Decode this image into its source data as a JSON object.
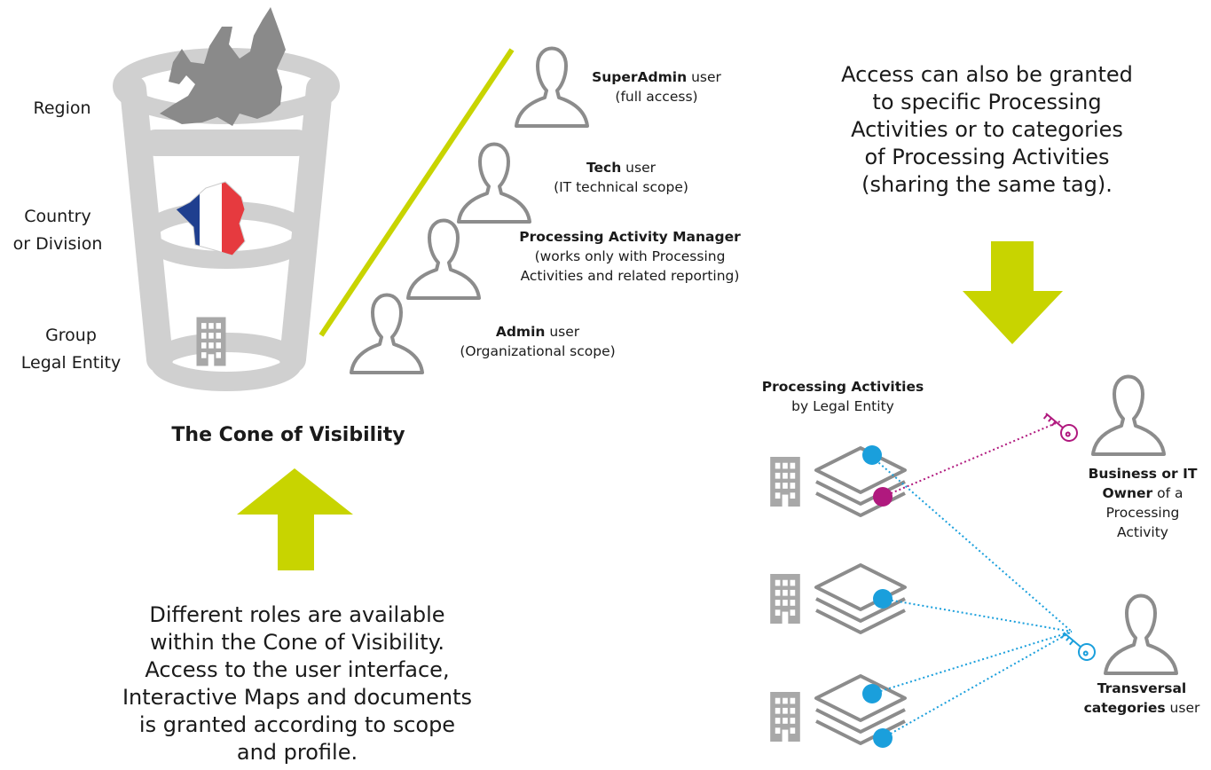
{
  "cone": {
    "levels": [
      "Region",
      "Country",
      "or Division",
      "Group",
      "Legal Entity"
    ],
    "title": "The Cone of Visibility"
  },
  "roles": [
    {
      "name": "SuperAdmin",
      "suffix": " user",
      "desc": "(full access)"
    },
    {
      "name": "Tech",
      "suffix": " user",
      "desc": "(IT technical scope)"
    },
    {
      "name": "Processing Activity Manager",
      "desc1": "(works only with Processing",
      "desc2": "Activities and related reporting)"
    },
    {
      "name": "Admin",
      "suffix": " user",
      "desc": "(Organizational scope)"
    }
  ],
  "left_text": {
    "lines": [
      "Different roles are available",
      "within the Cone of Visibility.",
      "Access to the user interface,",
      "Interactive Maps and documents",
      "is granted according to scope",
      "and profile."
    ]
  },
  "right_text": {
    "lines": [
      "Access can also be granted",
      "to specific Processing",
      "Activities or to categories",
      "of Processing Activities",
      "(sharing the same tag)."
    ]
  },
  "pa": {
    "title": "Processing Activities",
    "subtitle": "by Legal Entity"
  },
  "owner": {
    "bold1": "Business or IT",
    "bold2": "Owner",
    "rest2": " of a",
    "line3": "Processing",
    "line4": "Activity"
  },
  "transversal": {
    "bold1": "Transversal",
    "bold2": "categories",
    "rest2": " user"
  },
  "colors": {
    "accent": "#c8d400",
    "grey": "#cfcfcf",
    "dark_grey": "#8c8c8c",
    "magenta": "#b0197e",
    "cyan": "#1a9fdc",
    "flag_blue": "#1f3f8f",
    "flag_red": "#e63a3f"
  }
}
